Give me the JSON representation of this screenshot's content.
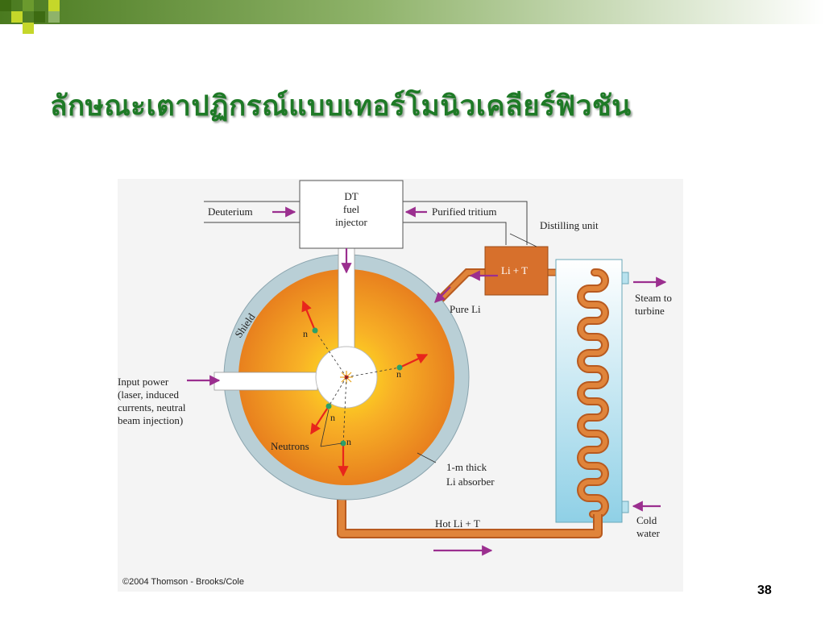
{
  "slide": {
    "title": "ลักษณะเตาปฏิกรณ์แบบเทอร์โมนิวเคลียร์ฟิวชัน",
    "page_number": "38",
    "copyright": "©2004 Thomson - Brooks/Cole"
  },
  "diagram": {
    "labels": {
      "injector_line1": "DT",
      "injector_line2": "fuel",
      "injector_line3": "injector",
      "deuterium": "Deuterium",
      "purified_tritium": "Purified tritium",
      "distilling_unit": "Distilling unit",
      "li_t": "Li + T",
      "pure_li": "Pure Li",
      "steam_line1": "Steam to",
      "steam_line2": "turbine",
      "shield": "Shield",
      "input_line1": "Input power",
      "input_line2": "(laser, induced",
      "input_line3": "currents, neutral",
      "input_line4": "beam injection)",
      "neutrons": "Neutrons",
      "neutron": "n",
      "absorber_line1": "1-m thick",
      "absorber_line2": "Li absorber",
      "hot_li_t": "Hot Li + T",
      "cold_line1": "Cold",
      "cold_line2": "water"
    },
    "colors": {
      "arrow": "#9b2f8f",
      "neutron_arrow": "#e8251c",
      "pipe": "#d7702c",
      "shield": "#b9cfd6",
      "water": "#a9dbea",
      "neutron_dot": "#2aa06a"
    }
  }
}
